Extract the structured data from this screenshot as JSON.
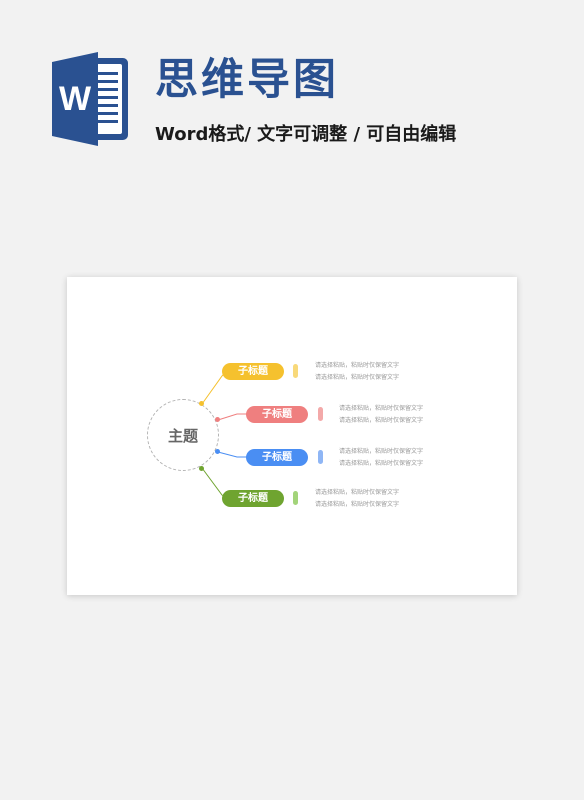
{
  "header": {
    "title": "思维导图",
    "subtitle": "Word格式/ 文字可调整 / 可自由编辑",
    "logo_letter": "W"
  },
  "colors": {
    "brand_blue": "#2a5191",
    "branch_yellow": "#f5c12e",
    "branch_red": "#ef7f7f",
    "branch_blue": "#4a8ef3",
    "branch_green": "#6fa430"
  },
  "mindmap": {
    "center": "主题",
    "branches": [
      {
        "label": "子标题",
        "color": "#f5c12e",
        "bar_color": "#f8d97a",
        "lines": [
          "请选择粘贴，粘贴时仅保留文字",
          "请选择粘贴，粘贴时仅保留文字"
        ]
      },
      {
        "label": "子标题",
        "color": "#ef7f7f",
        "bar_color": "#f3a9a9",
        "lines": [
          "请选择粘贴，粘贴时仅保留文字",
          "请选择粘贴，粘贴时仅保留文字"
        ]
      },
      {
        "label": "子标题",
        "color": "#4a8ef3",
        "bar_color": "#8fb6f5",
        "lines": [
          "请选择粘贴，粘贴时仅保留文字",
          "请选择粘贴，粘贴时仅保留文字"
        ]
      },
      {
        "label": "子标题",
        "color": "#6fa430",
        "bar_color": "#a3d47a",
        "lines": [
          "请选择粘贴，粘贴时仅保留文字",
          "请选择粘贴，粘贴时仅保留文字"
        ]
      }
    ]
  }
}
